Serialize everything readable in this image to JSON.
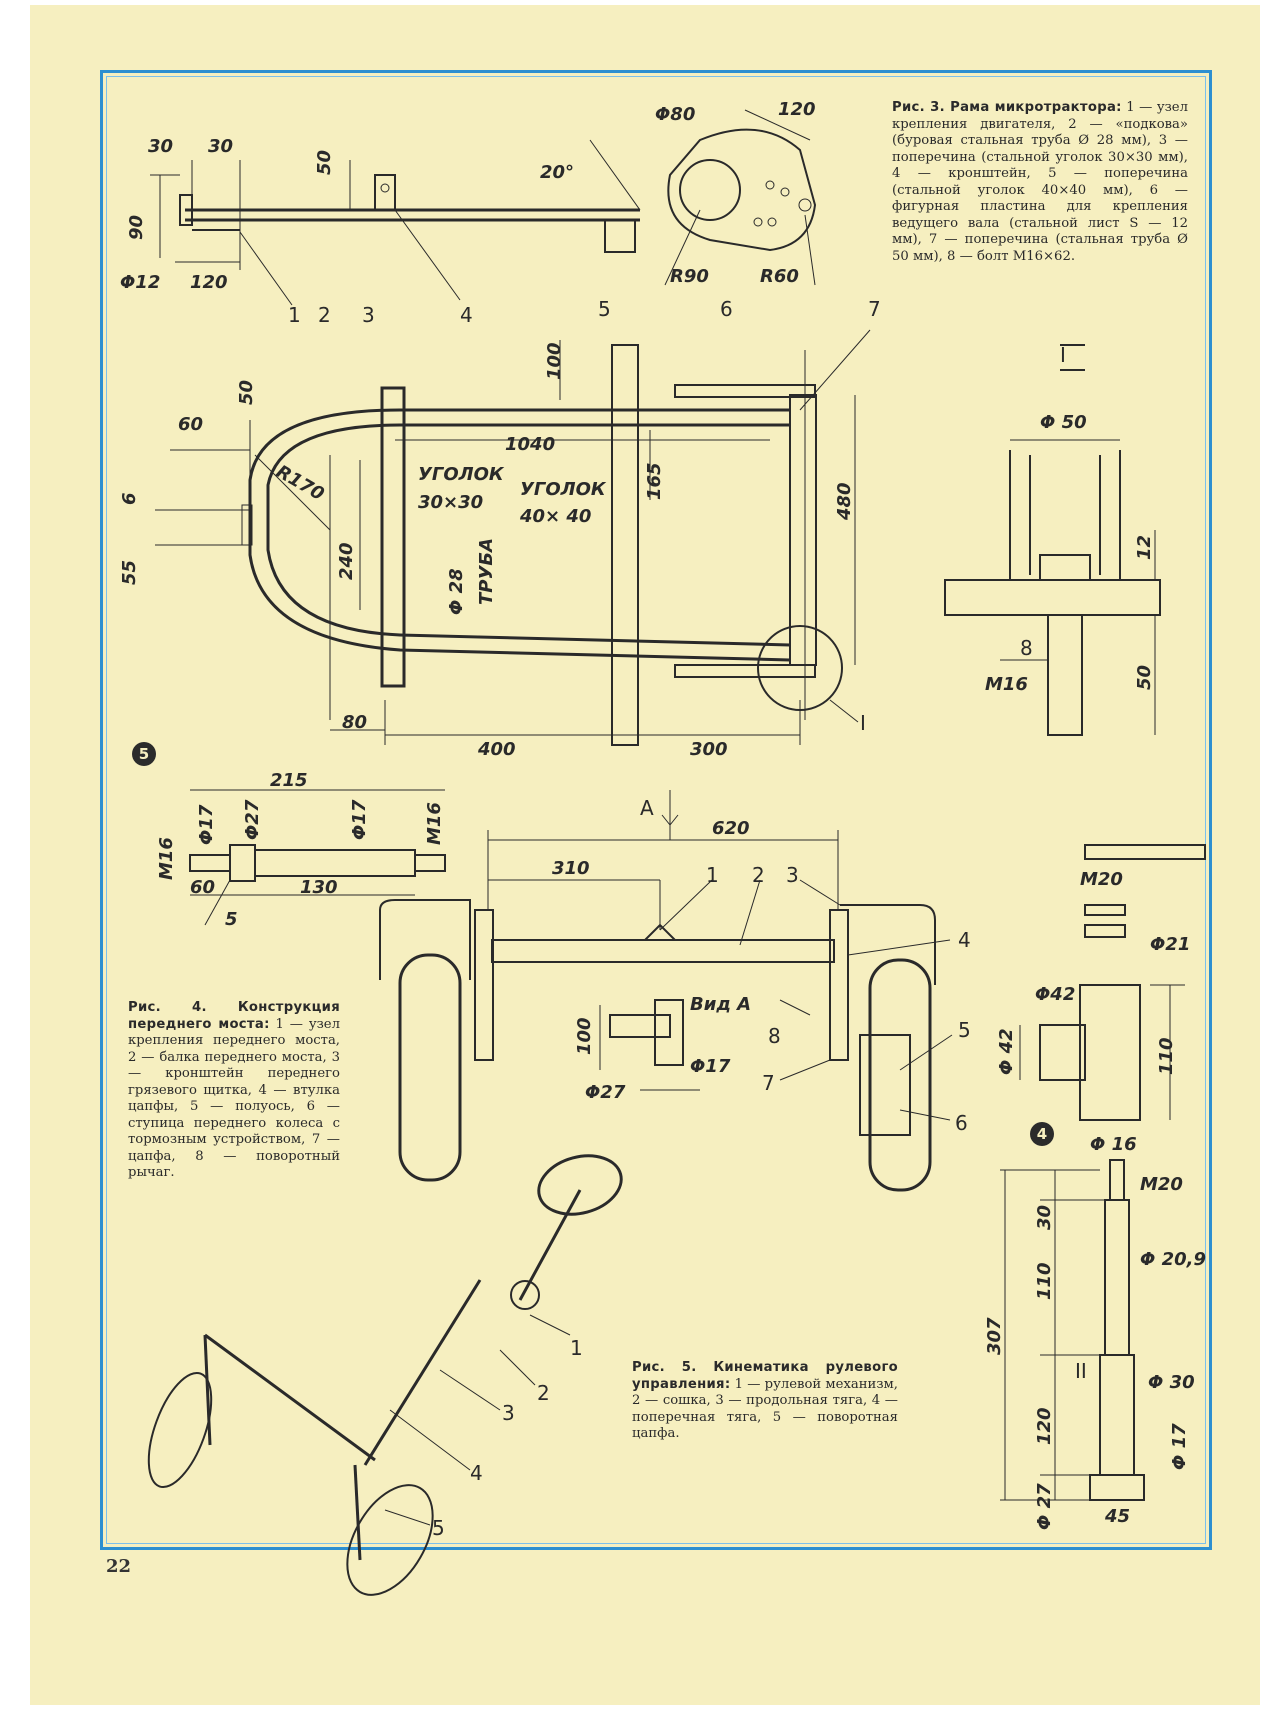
{
  "page_number": "22",
  "captions": {
    "fig3": {
      "title": "Рис. 3. Рама микротрактора:",
      "text": "1 — узел крепления двигателя, 2 — «подкова» (буровая стальная труба Ø 28 мм), 3 — поперечина (стальной уголок 30×30 мм), 4 — кронштейн, 5 — поперечина (стальной уголок 40×40 мм), 6 — фигурная пластина для крепления ведущего вала (стальной лист S — 12 мм), 7 — поперечина (стальная труба Ø 50 мм), 8 — болт М16×62."
    },
    "fig4": {
      "title": "Рис. 4. Конструкция переднего моста:",
      "text": "1 — узел крепления переднего моста, 2 — балка переднего моста, 3 — кронштейн переднего грязевого щитка, 4 — втулка цапфы, 5 — полуось, 6 — ступица переднего колеса с тормозным устройством, 7 — цапфа, 8 — поворотный рычаг."
    },
    "fig5": {
      "title": "Рис. 5. Кинематика рулевого управления:",
      "text": "1 — рулевой механизм, 2 — сошка, 3 — продольная тяга, 4 — поперечная тяга, 5 — поворотная цапфа."
    }
  },
  "badges": {
    "fig5_marker": "5",
    "fig4_marker": "4"
  },
  "fig3_top": {
    "dims": {
      "d30a": "30",
      "d30b": "30",
      "d50": "50",
      "d90": "90",
      "d120": "120",
      "phi12": "Φ12",
      "angle": "20°",
      "phi80": "Φ80",
      "d120b": "120",
      "r90": "R90",
      "r60": "R60"
    },
    "labels": {
      "l1": "1",
      "l2": "2",
      "l3": "3",
      "l4": "4",
      "l5": "5",
      "l6": "6",
      "l7": "7"
    }
  },
  "fig3_plan": {
    "dims": {
      "d100": "100",
      "d50": "50",
      "d60": "60",
      "r170": "R170",
      "d1040": "1040",
      "d6": "6",
      "d55": "55",
      "d165": "165",
      "d480": "480",
      "d240": "240",
      "phi28": "Φ 28",
      "truba": "ТРУБА",
      "ugolok1": "УГОЛОК",
      "ugolok1_size": "30×30",
      "ugolok2": "УГОЛОК",
      "ugolok2_size": "40× 40",
      "d80": "80",
      "d400": "400",
      "d300": "300",
      "mark1": "I"
    }
  },
  "detail_I": {
    "title": "I",
    "dims": {
      "phi50": "Φ 50",
      "d12": "12",
      "d50": "50",
      "m16": "M16",
      "l8": "8"
    }
  },
  "axle": {
    "dims": {
      "d215": "215",
      "m16a": "M16",
      "phi17a": "Φ17",
      "phi27": "Φ27",
      "phi17b": "Φ17",
      "m16b": "M16",
      "d60": "60",
      "d130": "130",
      "l5": "5"
    }
  },
  "fig4": {
    "arrow": "A",
    "dims": {
      "d620": "620",
      "d310": "310",
      "vid": "Вид А",
      "d100": "100",
      "phi17": "Φ17",
      "phi27": "Φ27"
    },
    "labels": {
      "l1": "1",
      "l2": "2",
      "l3": "3",
      "l4": "4",
      "l5": "5",
      "l6": "6",
      "l7": "7",
      "l8": "8"
    }
  },
  "sleeve": {
    "dims": {
      "m20": "M20",
      "phi21": "Φ21",
      "phi42a": "Φ42",
      "phi42b": "Φ 42",
      "d110": "110"
    }
  },
  "pin": {
    "dims": {
      "phi16": "Φ 16",
      "m20": "M20",
      "d30": "30",
      "phi209": "Φ 20,9",
      "d110": "110",
      "d307": "307",
      "mark": "II",
      "phi30": "Φ 30",
      "d120": "120",
      "phi17": "Φ 17",
      "phi27": "Φ 27",
      "d45": "45"
    }
  },
  "fig5": {
    "labels": {
      "l1": "1",
      "l2": "2",
      "l3": "3",
      "l4": "4",
      "l5": "5"
    }
  }
}
